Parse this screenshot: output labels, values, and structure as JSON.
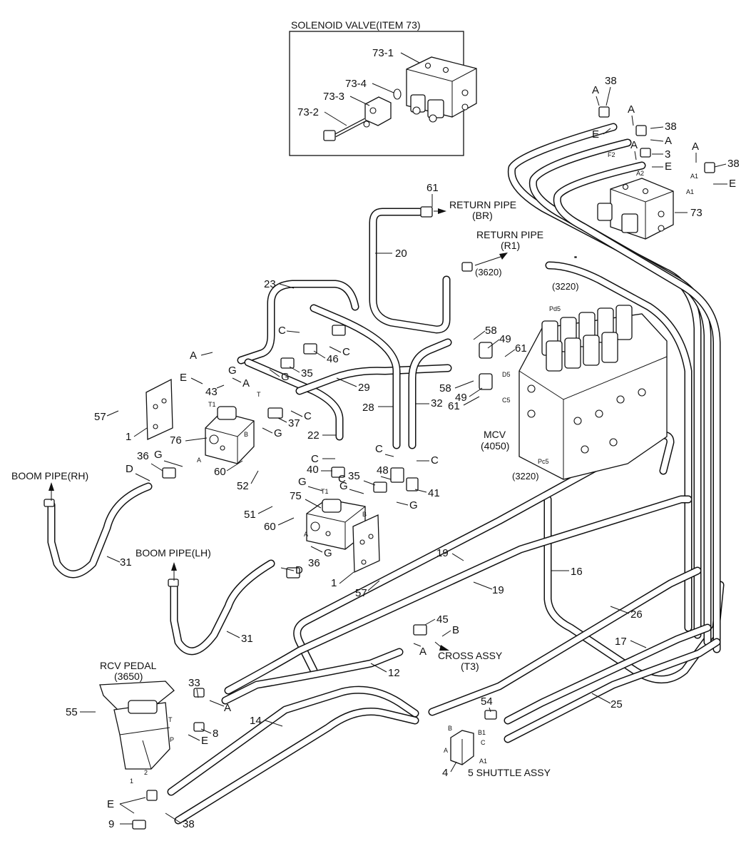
{
  "titles": {
    "solenoid_box": "SOLENOID VALVE(ITEM 73)",
    "return_pipe_br": "RETURN PIPE",
    "return_pipe_br_code": "(BR)",
    "return_pipe_r1": "RETURN PIPE",
    "return_pipe_r1_code": "(R1)",
    "mcv": "MCV",
    "mcv_code": "(4050)",
    "boom_pipe_rh": "BOOM PIPE(RH)",
    "boom_pipe_lh": "BOOM PIPE(LH)",
    "rcv_pedal": "RCV PEDAL",
    "rcv_pedal_code": "(3650)",
    "cross_assy": "CROSS ASSY",
    "cross_assy_code": "(T3)",
    "shuttle_assy": "5 SHUTTLE ASSY",
    "ref_3620": "(3620)",
    "ref_3220_top": "(3220)",
    "ref_3220_bottom": "(3220)"
  },
  "solenoid_parts": [
    "73-1",
    "73-2",
    "73-3",
    "73-4"
  ],
  "hose_labels": [
    "20",
    "23",
    "29",
    "28",
    "32",
    "22",
    "31",
    "31",
    "19",
    "19",
    "16",
    "26",
    "17",
    "25",
    "12",
    "14"
  ],
  "part_labels": [
    "61",
    "61",
    "61",
    "58",
    "58",
    "49",
    "49",
    "38",
    "38",
    "38",
    "38",
    "3",
    "73",
    "A",
    "A",
    "A",
    "A",
    "A",
    "A",
    "A",
    "A",
    "A",
    "E",
    "E",
    "E",
    "E",
    "E",
    "E",
    "C",
    "C",
    "C",
    "C",
    "C",
    "C",
    "C",
    "G",
    "G",
    "G",
    "G",
    "G",
    "G",
    "G",
    "G",
    "D",
    "D",
    "35",
    "35",
    "43",
    "46",
    "37",
    "57",
    "57",
    "1",
    "1",
    "76",
    "75",
    "36",
    "36",
    "60",
    "60",
    "52",
    "51",
    "40",
    "48",
    "41",
    "45",
    "B",
    "33",
    "8",
    "55",
    "54",
    "4",
    "9"
  ],
  "port_labels": [
    "F2",
    "A2",
    "A1",
    "Pd5",
    "Pc5",
    "D5",
    "C5",
    "T1",
    "T1",
    "T",
    "T",
    "B",
    "B",
    "A",
    "A",
    "P",
    "1",
    "2",
    "B1",
    "C",
    "A1",
    "B",
    "A",
    "A1"
  ]
}
